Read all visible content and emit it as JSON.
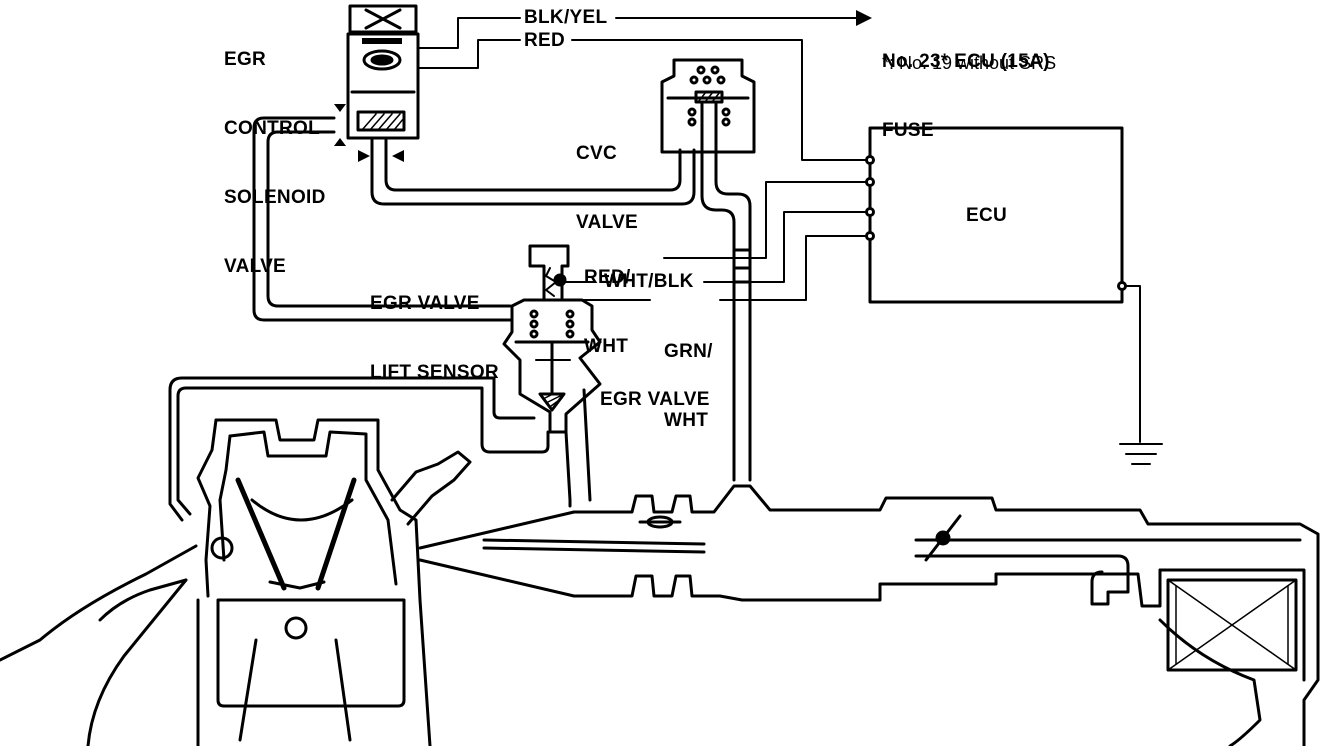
{
  "labels": {
    "egr_solenoid": [
      "EGR",
      "CONTROL",
      "SOLENOID",
      "VALVE"
    ],
    "blk_yel": "BLK/YEL",
    "red": "RED",
    "fuse": [
      "No. 23* ECU (15A)",
      "FUSE"
    ],
    "fuse_note": "*: No. 19 without SRS",
    "cvc_valve": [
      "CVC",
      "VALVE"
    ],
    "ecu": "ECU",
    "red_wht": [
      "RED/",
      "WHT"
    ],
    "egr_lift_sensor": [
      "EGR VALVE",
      "LIFT SENSOR"
    ],
    "wht_blk": "WHT/BLK",
    "grn_wht": [
      "GRN/",
      "WHT"
    ],
    "egr_valve": "EGR VALVE"
  }
}
